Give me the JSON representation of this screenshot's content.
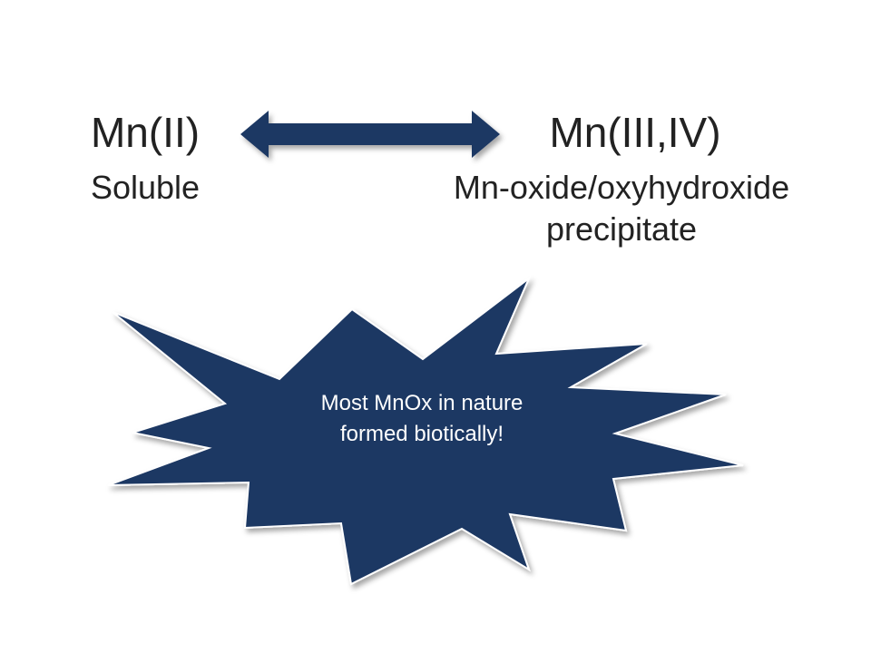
{
  "species": {
    "left": {
      "name": "Mn(II)",
      "description": "Soluble"
    },
    "right": {
      "name": "Mn(III,IV)",
      "description_lines": [
        "Mn-oxide/oxyhydroxide",
        "precipitate"
      ]
    },
    "connector": "double-headed-arrow"
  },
  "callout": {
    "lines": [
      "Most MnOx in nature",
      "formed biotically!"
    ]
  },
  "colors": {
    "shape_fill": "#1f3864",
    "text_dark": "#222222",
    "text_light": "#ffffff"
  }
}
